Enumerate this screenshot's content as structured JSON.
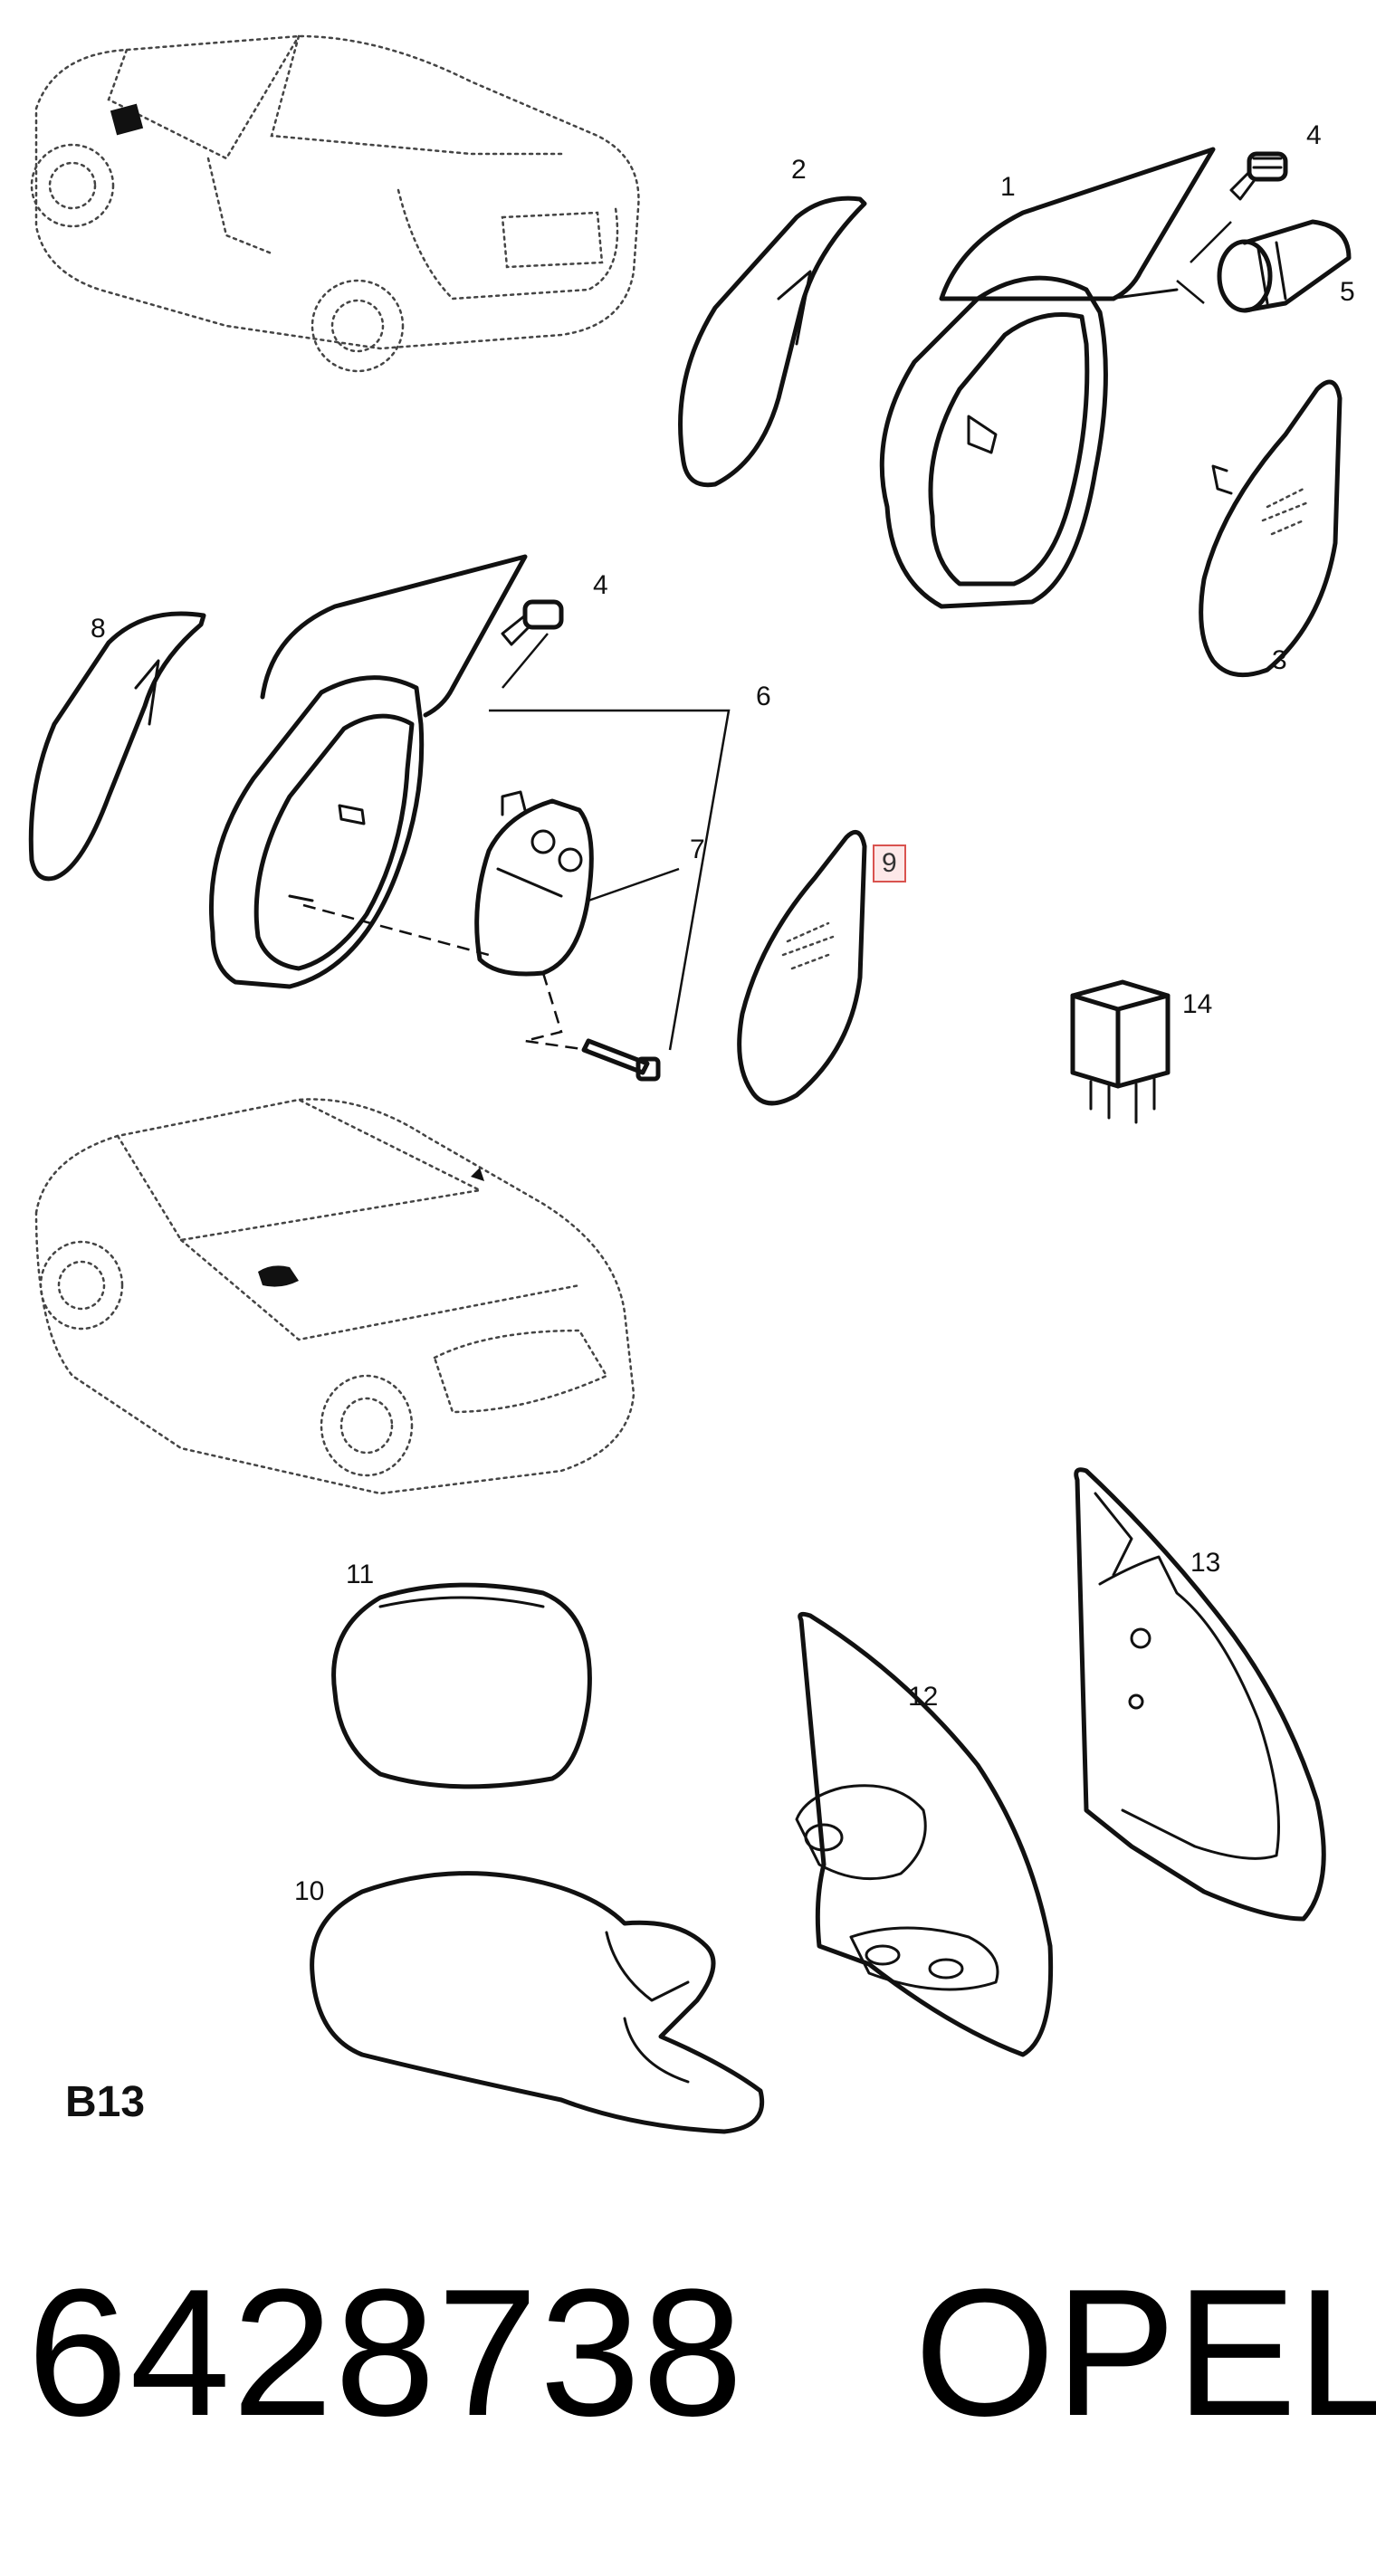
{
  "callouts": {
    "c1": "1",
    "c2": "2",
    "c3": "3",
    "c4a": "4",
    "c4b": "4",
    "c5": "5",
    "c6": "6",
    "c7": "7",
    "c8": "8",
    "c9": "9",
    "c10": "10",
    "c11": "11",
    "c12": "12",
    "c13": "13",
    "c14": "14"
  },
  "section_code": "B13",
  "part_number": "6428738",
  "brand": "OPEL",
  "colors": {
    "line": "#111111",
    "highlight_border": "#d9534f",
    "highlight_fill": "#fde8e8"
  }
}
